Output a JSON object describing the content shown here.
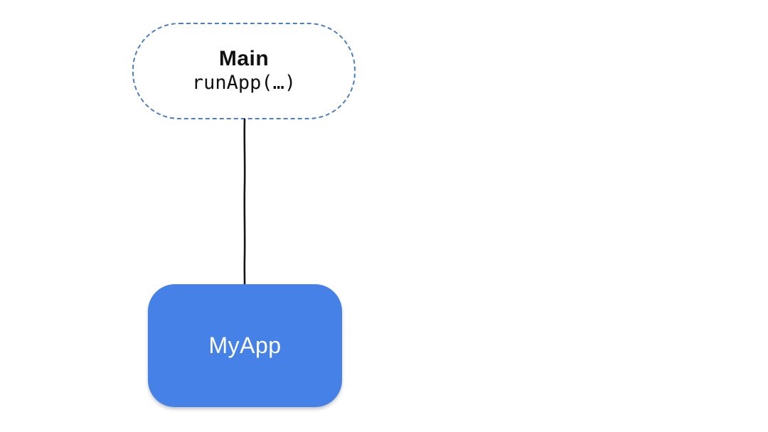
{
  "diagram": {
    "type": "widget-tree",
    "nodes": [
      {
        "id": "main",
        "label": "Main",
        "sublabel": "runApp(…)",
        "shape": "stadium",
        "border_style": "dashed",
        "border_color": "#4a7fc4",
        "fill_color": "#ffffff",
        "text_color": "#111111"
      },
      {
        "id": "myapp",
        "label": "MyApp",
        "shape": "rounded-rect",
        "border_style": "none",
        "fill_color": "#4681e8",
        "text_color": "#ffffff"
      }
    ],
    "edges": [
      {
        "from": "main",
        "to": "myapp",
        "style": "solid-hand-drawn",
        "color": "#151515"
      }
    ],
    "colors": {
      "background": "#ffffff",
      "accent_blue": "#4681e8",
      "dashed_border_blue": "#4a7fc4",
      "edge_black": "#151515"
    }
  }
}
